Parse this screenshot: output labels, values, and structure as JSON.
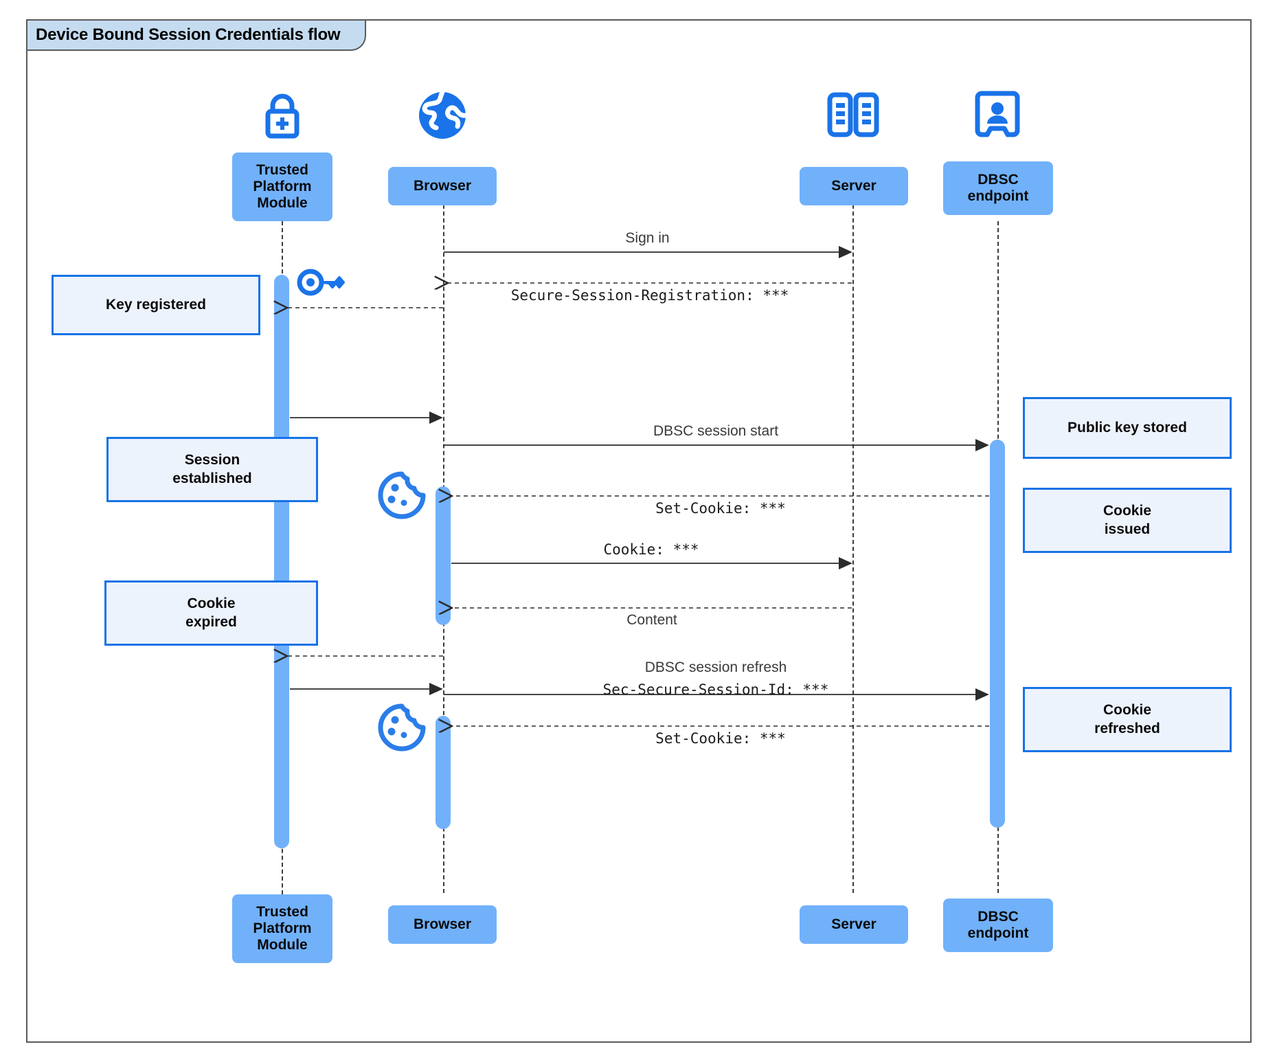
{
  "frame": {
    "title": "Device Bound Session Credentials flow"
  },
  "participants": [
    {
      "id": "tpm",
      "label": "Trusted\nPlatform\nModule",
      "icon": "lock-plus-icon"
    },
    {
      "id": "browser",
      "label": "Browser",
      "icon": "globe-icon"
    },
    {
      "id": "server",
      "label": "Server",
      "icon": "server-rack-icon"
    },
    {
      "id": "dbsc",
      "label": "DBSC\nendpoint",
      "icon": "id-badge-icon"
    }
  ],
  "participants_bottom": [
    {
      "id": "tpm",
      "label": "Trusted\nPlatform\nModule"
    },
    {
      "id": "browser",
      "label": "Browser"
    },
    {
      "id": "server",
      "label": "Server"
    },
    {
      "id": "dbsc",
      "label": "DBSC\nendpoint"
    }
  ],
  "messages": [
    {
      "id": "sign-in",
      "label": "Sign in",
      "style": "sans",
      "from": "browser",
      "to": "server",
      "line": "solid"
    },
    {
      "id": "secure-session-registration",
      "label": "Secure-Session-Registration: ***",
      "style": "mono",
      "from": "server",
      "to": "browser",
      "line": "dashed"
    },
    {
      "id": "browser-to-tpm-register",
      "label": "",
      "style": "sans",
      "from": "tpm",
      "to": "browser",
      "line": "dashed"
    },
    {
      "id": "tpm-to-browser-key",
      "label": "",
      "style": "sans",
      "from": "tpm",
      "to": "browser",
      "line": "solid"
    },
    {
      "id": "dbsc-session-start",
      "label": "DBSC session start",
      "style": "sans",
      "from": "browser",
      "to": "dbsc",
      "line": "solid"
    },
    {
      "id": "set-cookie-1",
      "label": "Set-Cookie: ***",
      "style": "mono",
      "from": "dbsc",
      "to": "browser",
      "line": "dashed"
    },
    {
      "id": "cookie",
      "label": "Cookie: ***",
      "style": "mono",
      "from": "browser",
      "to": "server",
      "line": "solid"
    },
    {
      "id": "content",
      "label": "Content",
      "style": "sans",
      "from": "server",
      "to": "browser",
      "line": "dashed"
    },
    {
      "id": "cookie-expired-notify",
      "label": "",
      "style": "sans",
      "from": "browser",
      "to": "tpm",
      "line": "dashed"
    },
    {
      "id": "dbsc-session-refresh",
      "label": "DBSC session refresh",
      "style": "sans",
      "from": "tpm",
      "to": "dbsc",
      "line": "solid"
    },
    {
      "id": "sec-secure-session-id",
      "label": "Sec-Secure-Session-Id: ***",
      "style": "mono",
      "from": "tpm",
      "to": "dbsc",
      "line": "solid"
    },
    {
      "id": "set-cookie-2",
      "label": "Set-Cookie: ***",
      "style": "mono",
      "from": "dbsc",
      "to": "browser",
      "line": "dashed"
    }
  ],
  "notes": [
    {
      "id": "key-registered",
      "label": "Key registered"
    },
    {
      "id": "session-established",
      "label": "Session\nestablished"
    },
    {
      "id": "cookie-expired",
      "label": "Cookie\nexpired"
    },
    {
      "id": "public-key-stored",
      "label": "Public key stored"
    },
    {
      "id": "cookie-issued",
      "label": "Cookie\nissued"
    },
    {
      "id": "cookie-refreshed",
      "label": "Cookie\nrefreshed"
    }
  ],
  "inline_icons": [
    {
      "id": "key-icon",
      "name": "key-icon"
    },
    {
      "id": "cookie-icon-1",
      "name": "cookie-icon"
    },
    {
      "id": "cookie-icon-2",
      "name": "cookie-icon"
    }
  ],
  "colors": {
    "participant_fill": "#71b1fa",
    "note_fill": "#edf3fd",
    "note_border": "#1573e6",
    "icon_blue": "#1a73e8",
    "activation_fill": "#71b1fa",
    "frame_border": "#5a5a5a",
    "title_fill": "#c5dcf0",
    "line": "#3a3a3a"
  }
}
